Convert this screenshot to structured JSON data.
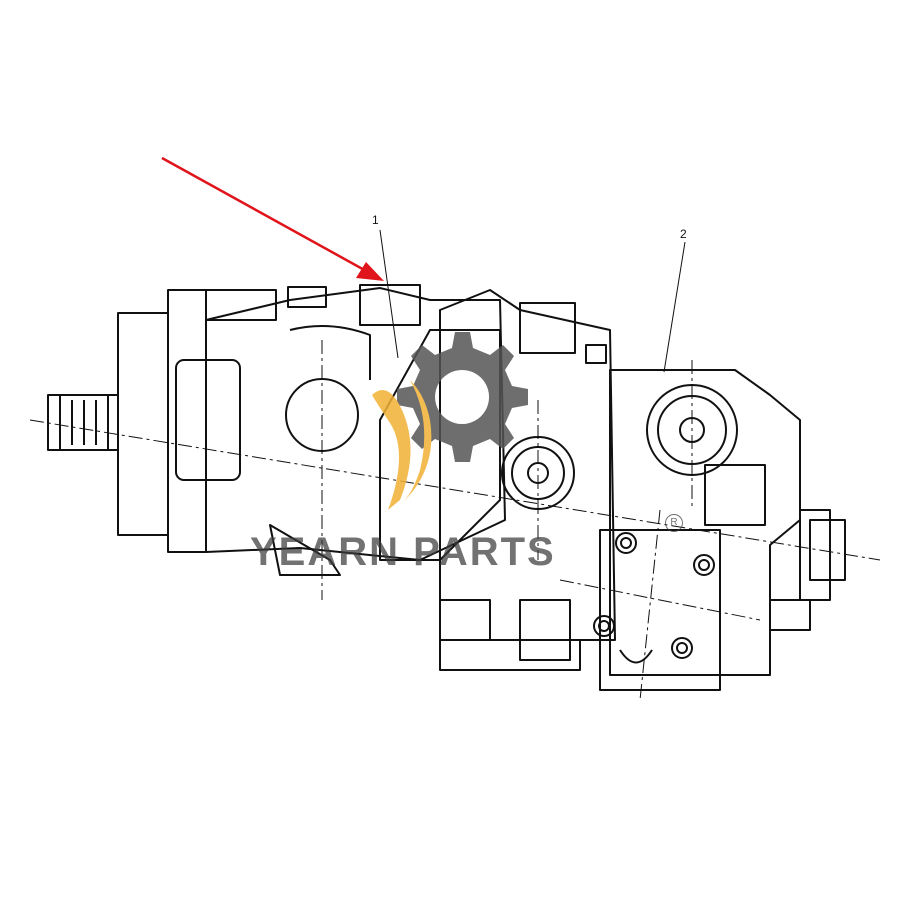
{
  "diagram": {
    "callouts": [
      {
        "label": "1"
      },
      {
        "label": "2"
      }
    ],
    "arrow_color": "#e0141b"
  },
  "watermark": {
    "text": "YEARN PARTS",
    "registered_mark": "R",
    "logo_gear_color": "#555555",
    "logo_flame_color": "#f2b134"
  }
}
